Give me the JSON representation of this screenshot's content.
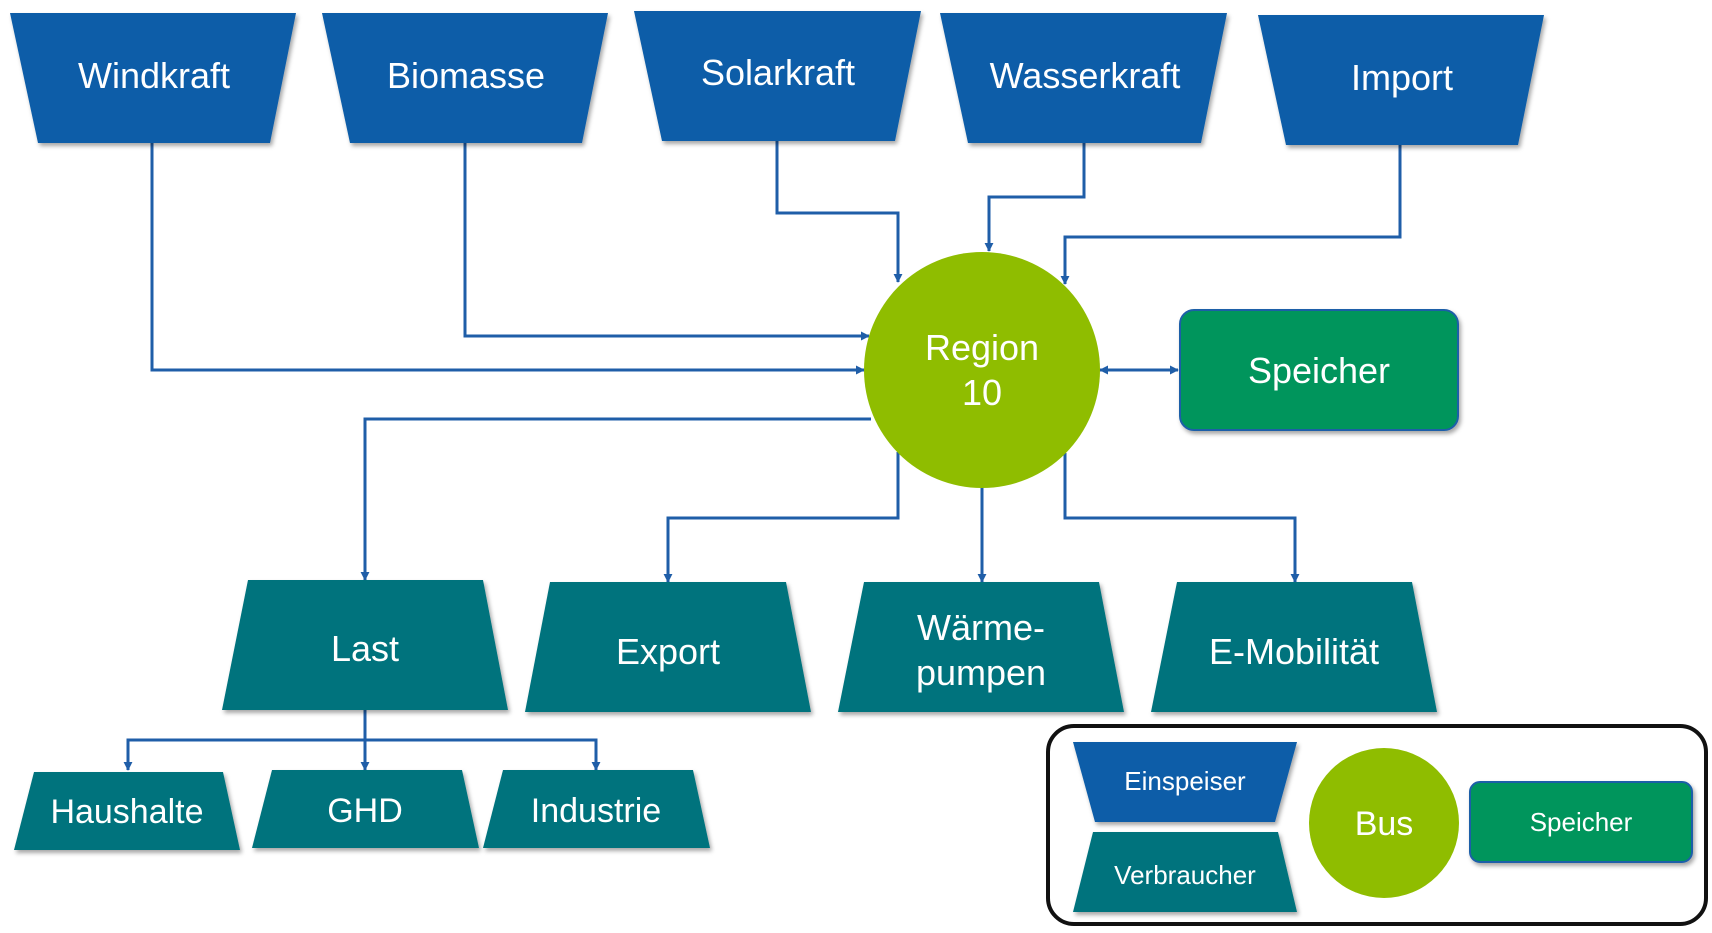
{
  "sources": [
    {
      "id": "windkraft",
      "label": "Windkraft"
    },
    {
      "id": "biomasse",
      "label": "Biomasse"
    },
    {
      "id": "solarkraft",
      "label": "Solarkraft"
    },
    {
      "id": "wasserkraft",
      "label": "Wasserkraft"
    },
    {
      "id": "import",
      "label": "Import"
    }
  ],
  "bus": {
    "line1": "Region",
    "line2": "10"
  },
  "storage": {
    "label": "Speicher"
  },
  "consumers": [
    {
      "id": "last",
      "lines": [
        "Last"
      ]
    },
    {
      "id": "export",
      "lines": [
        "Export"
      ]
    },
    {
      "id": "waermepumpen",
      "lines": [
        "Wärme-",
        "pumpen"
      ]
    },
    {
      "id": "e-mobilitaet",
      "lines": [
        "E-Mobilität"
      ]
    }
  ],
  "load_breakdown": [
    {
      "id": "haushalte",
      "label": "Haushalte"
    },
    {
      "id": "ghd",
      "label": "GHD"
    },
    {
      "id": "industrie",
      "label": "Industrie"
    }
  ],
  "legend": {
    "feeder": "Einspeiser",
    "consumer": "Verbraucher",
    "bus": "Bus",
    "storage": "Speicher"
  },
  "colors": {
    "feeder": "#0b5da8",
    "consumer": "#00737d",
    "bus": "#8fbd00",
    "storage": "#00955b",
    "connector": "#1f5ea8",
    "legend_border": "#111111"
  }
}
